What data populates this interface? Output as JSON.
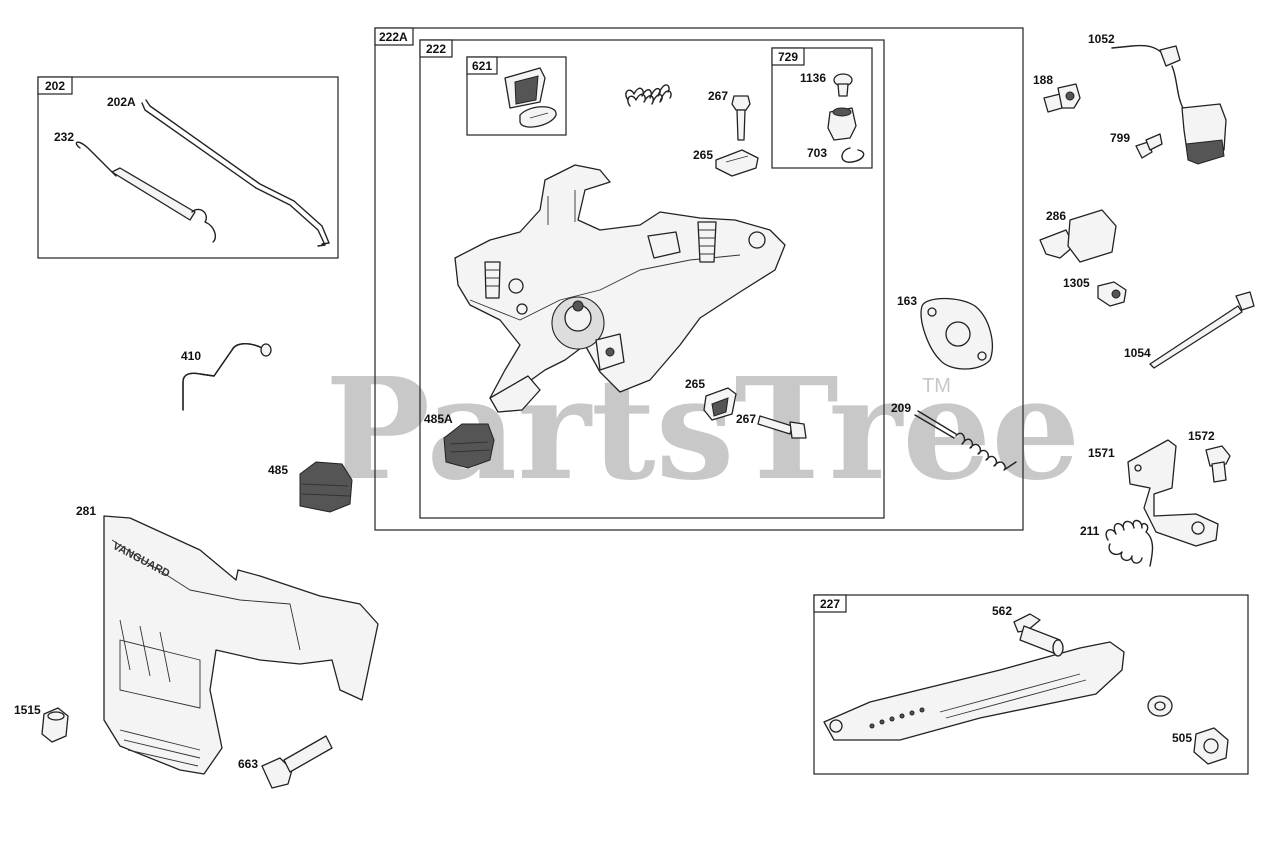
{
  "watermark": {
    "text": "PartsTree",
    "tm": "TM"
  },
  "boxes": [
    {
      "id": "box-202",
      "tag": "202"
    },
    {
      "id": "box-222A",
      "tag": "222A"
    },
    {
      "id": "box-222",
      "tag": "222"
    },
    {
      "id": "box-621",
      "tag": "621"
    },
    {
      "id": "box-729",
      "tag": "729"
    },
    {
      "id": "box-227",
      "tag": "227"
    }
  ],
  "labels": {
    "p202A": "202A",
    "p232": "232",
    "p410": "410",
    "p485": "485",
    "p281": "281",
    "p1515": "1515",
    "p663": "663",
    "p267a": "267",
    "p265a": "265",
    "p1136": "1136",
    "p703": "703",
    "p265b": "265",
    "p267b": "267",
    "p485A": "485A",
    "p1052": "1052",
    "p188": "188",
    "p799": "799",
    "p286": "286",
    "p1305": "1305",
    "p163": "163",
    "p1054": "1054",
    "p209": "209",
    "p1571": "1571",
    "p1572": "1572",
    "p211": "211",
    "p562": "562",
    "p505": "505"
  },
  "cover_text": "VANGUARD"
}
